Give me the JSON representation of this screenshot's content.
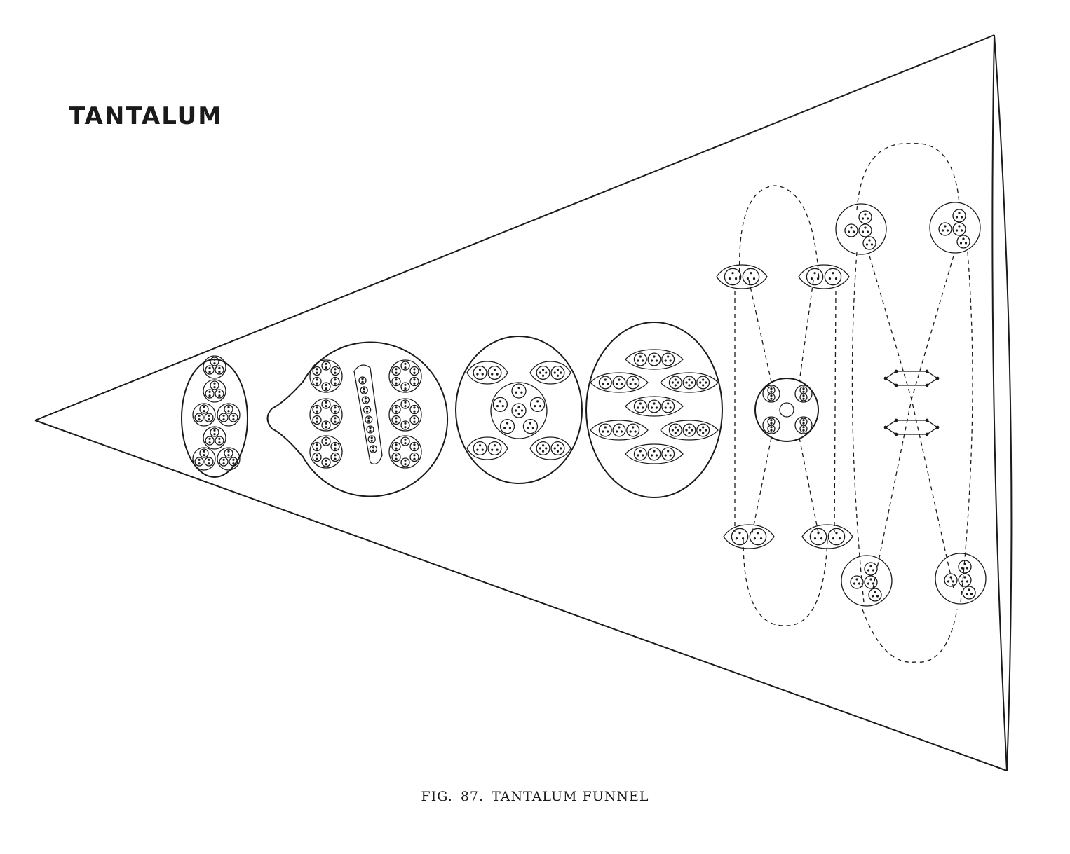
{
  "heading": "TANTALUM",
  "caption": {
    "fig_label": "FIG.",
    "fig_number": "87.",
    "fig_title": "TANTALUM FUNNEL"
  }
}
